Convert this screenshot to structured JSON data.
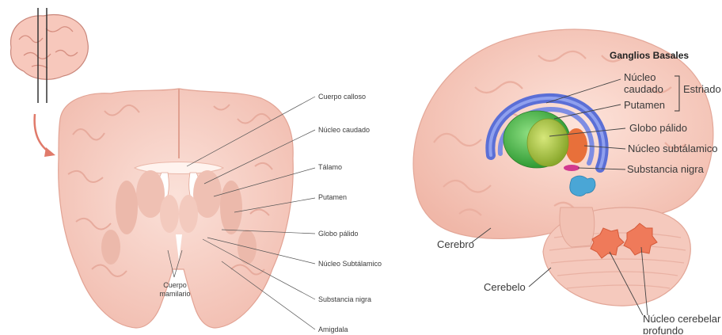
{
  "left_panel": {
    "labels": {
      "cuerpo_calloso": "Cuerpo calloso",
      "nucleo_caudado": "Núcleo caudado",
      "talamo": "Tálamo",
      "putamen": "Putamen",
      "globo_palido": "Globo pálido",
      "nucleo_subtalamico": "Núcleo Subtálamico",
      "substancia_nigra": "Substancia nigra",
      "amigdala": "Amigdala",
      "cuerpo_mamilario_1": "Cuerpo",
      "cuerpo_mamilario_2": "mamilario"
    }
  },
  "right_panel": {
    "title": "Ganglios Basales",
    "labels": {
      "nucleo_caudado_1": "Núcleo",
      "nucleo_caudado_2": "caudado",
      "estriado": "Estriado",
      "putamen": "Putamen",
      "globo_palido": "Globo pálido",
      "nucleo_subtalamico": "Núcleo subtálamico",
      "substancia_nigra": "Substancia nigra",
      "cerebro": "Cerebro",
      "cerebelo": "Cerebelo",
      "nucleo_cerebelar_1": "Núcleo cerebelar",
      "nucleo_cerebelar_2": "profundo"
    }
  },
  "colors": {
    "brain_tissue": "#f6d0c6",
    "brain_dark": "#e9a99c",
    "caudate": "#5b6fd6",
    "putamen": "#52b84c",
    "globus_pallidus": "#a6c23a",
    "subthalamic": "#e8703a",
    "substantia_nigra": "#d2398f",
    "cerebellar_nucleus": "#ef7a5a",
    "leader_line": "#555555"
  }
}
